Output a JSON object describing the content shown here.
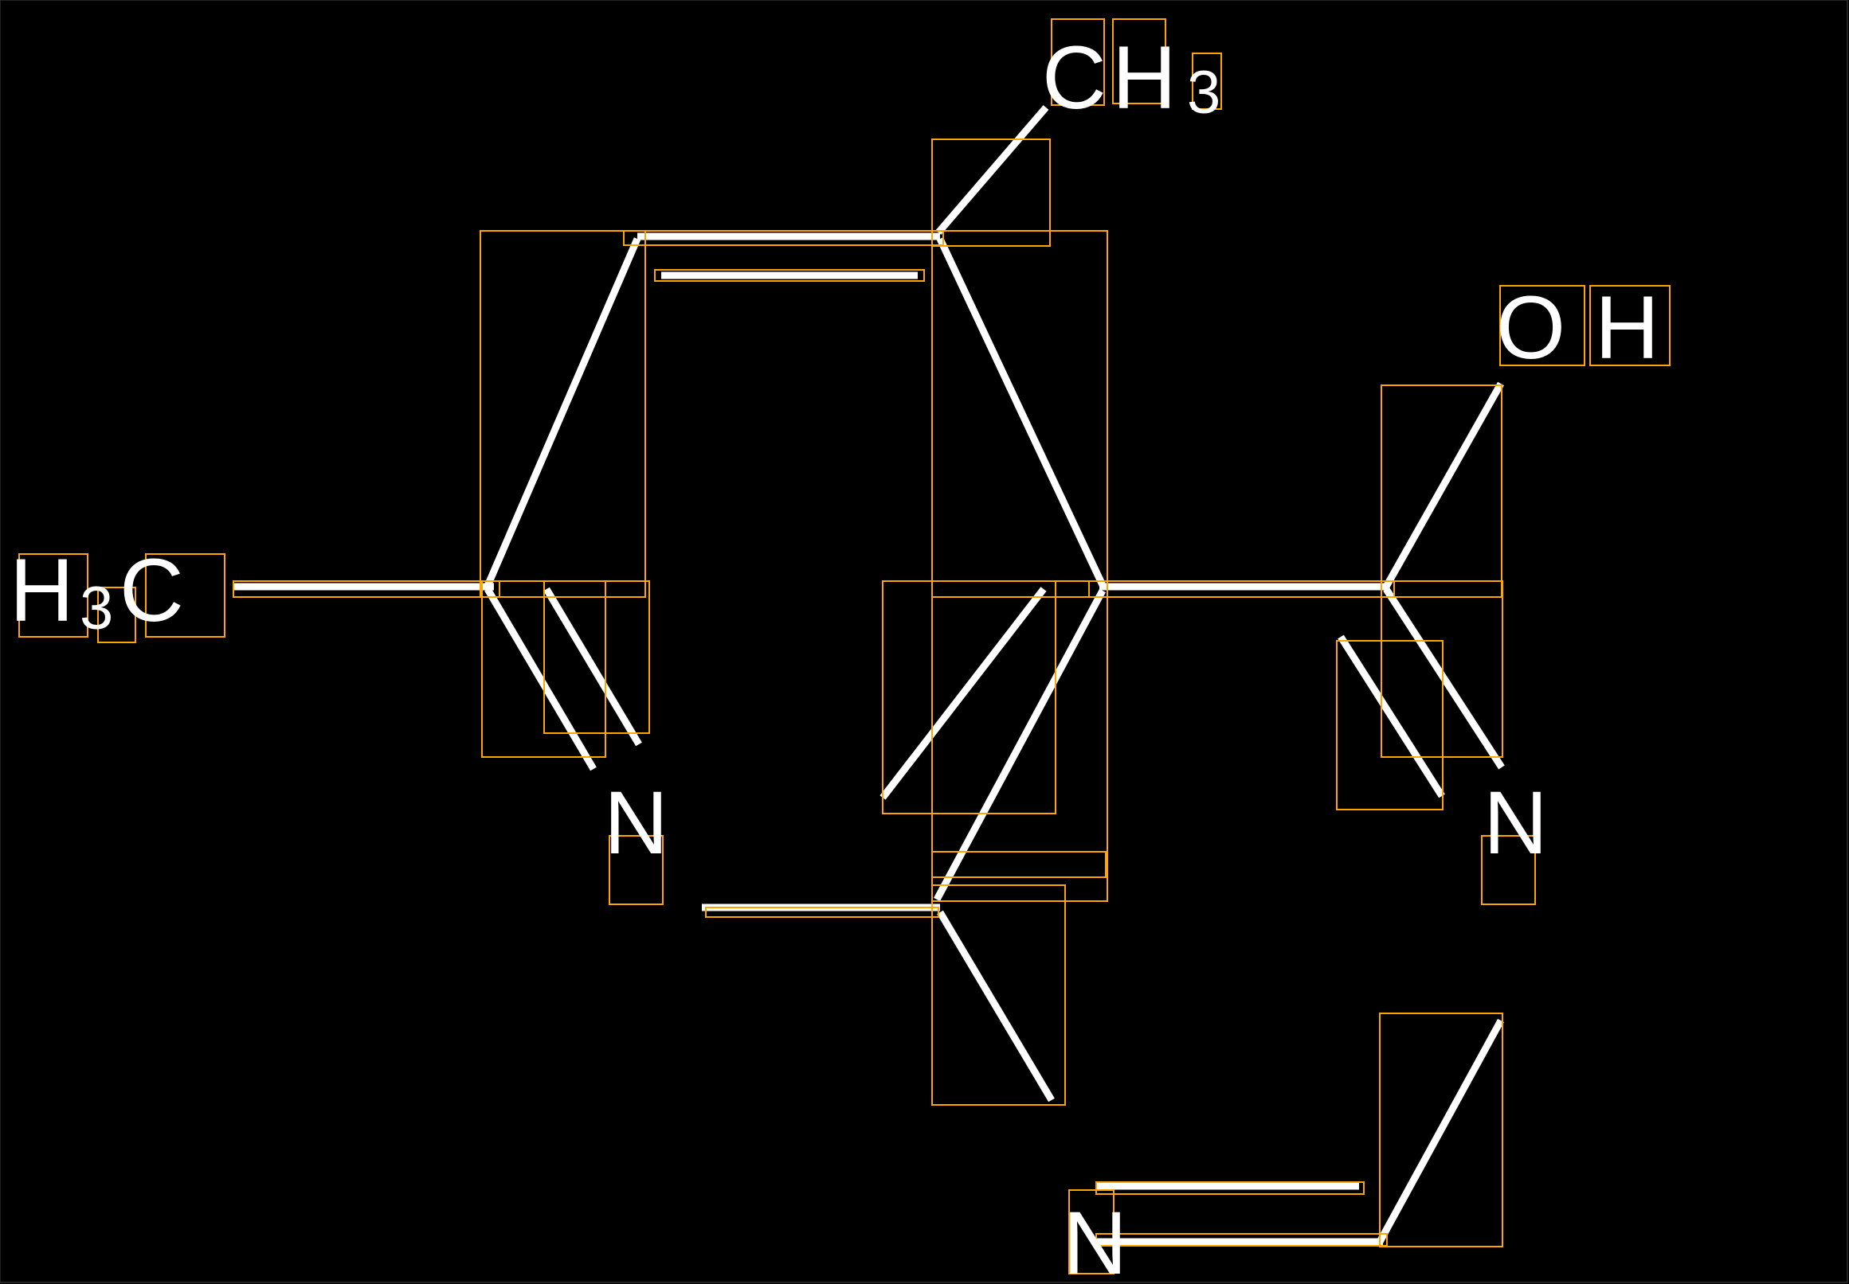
{
  "colors": {
    "background": "#000000",
    "bond": "#ffffff",
    "box": "#FFA500"
  },
  "atoms": {
    "ch3_top": {
      "c": "C",
      "h": "H",
      "sub": "3"
    },
    "oh": {
      "o": "O",
      "h": "H"
    },
    "h3c_left": {
      "h": "H",
      "sub": "3",
      "c": "C"
    },
    "n1": "N",
    "n2": "N",
    "n3": "N"
  }
}
